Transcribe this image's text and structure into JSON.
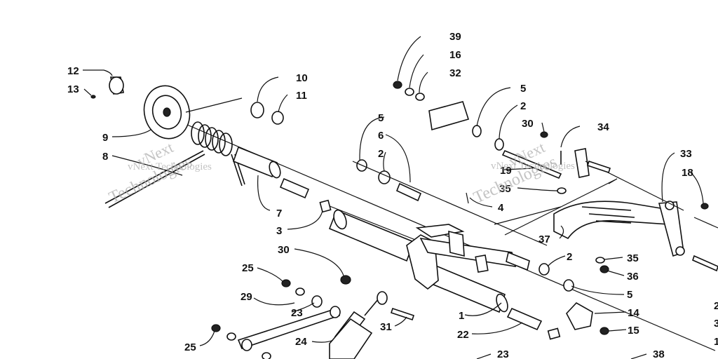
{
  "watermark": {
    "line1": "vNext Technologies",
    "line2": "Technologies",
    "brand": "vNext"
  },
  "callouts": [
    "39",
    "16",
    "32",
    "5",
    "2",
    "30",
    "34",
    "12",
    "13",
    "10",
    "11",
    "9",
    "8",
    "5",
    "6",
    "2",
    "33",
    "18",
    "19",
    "35",
    "4",
    "7",
    "3",
    "37",
    "35",
    "36",
    "2",
    "5",
    "30",
    "25",
    "29",
    "23",
    "14",
    "15",
    "1",
    "22",
    "31",
    "24",
    "25",
    "23",
    "38"
  ],
  "cut_labels": [
    "2",
    "3",
    "1"
  ]
}
